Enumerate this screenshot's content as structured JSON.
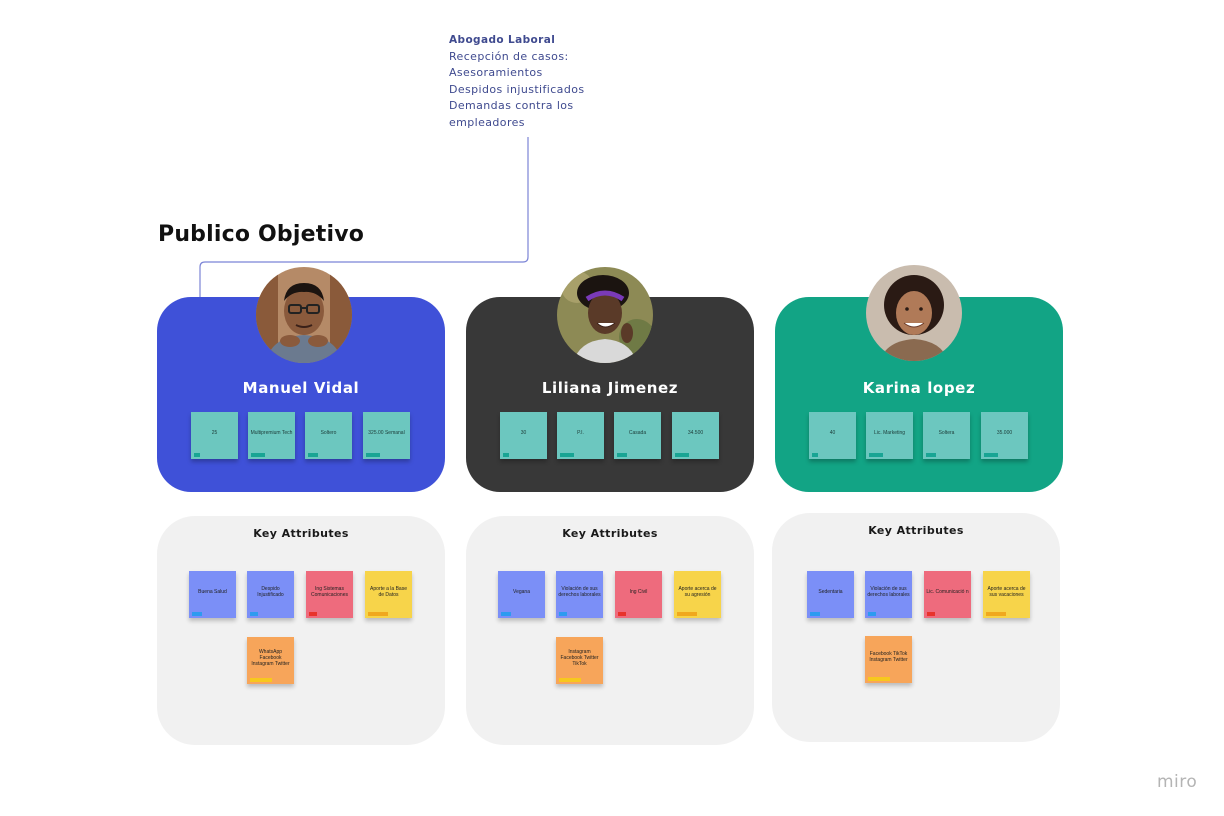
{
  "note": {
    "title": "Abogado Laboral",
    "lines": [
      "Recepción de casos:",
      "Asesoramientos",
      "Despidos injustificados",
      "Demandas contra los",
      "empleadores"
    ]
  },
  "page_title": "Publico Objetivo",
  "personas": [
    {
      "name": "Manuel Vidal",
      "color": "#3f51d8",
      "avatar_bg": "#b58a67",
      "attributes": [
        "25",
        "Multipremium Tech",
        "Soltero",
        "325.00 Semanal"
      ]
    },
    {
      "name": "Liliana Jimenez",
      "color": "#383838",
      "avatar_bg": "#9a8a55",
      "attributes": [
        "30",
        "P.I.",
        "Casada",
        "34.500"
      ]
    },
    {
      "name": "Karina lopez",
      "color": "#12a485",
      "avatar_bg": "#c8b8a8",
      "attributes": [
        "40",
        "Lic. Marketing",
        "Soltera",
        "35.000"
      ]
    }
  ],
  "key_attributes": [
    {
      "title": "Key Attributes",
      "notes": [
        {
          "text": "Buena Salud",
          "color": "blue"
        },
        {
          "text": "Despido Injustificado",
          "color": "blue"
        },
        {
          "text": "Ing Sistemas Comunicaciones",
          "color": "pink"
        },
        {
          "text": "Aporte a la Base de Datos",
          "color": "yellow"
        },
        {
          "text": "WhatsApp Facebook Instagram Twitter",
          "color": "orange"
        }
      ]
    },
    {
      "title": "Key Attributes",
      "notes": [
        {
          "text": "Vegana",
          "color": "blue"
        },
        {
          "text": "Violación de sus derechos laborales",
          "color": "blue"
        },
        {
          "text": "Ing Civil",
          "color": "pink"
        },
        {
          "text": "Aporte acerca de su agresión",
          "color": "yellow"
        },
        {
          "text": "Instagram Facebook Twitter TikTok",
          "color": "orange"
        }
      ]
    },
    {
      "title": "Key Attributes",
      "notes": [
        {
          "text": "Sedentaria",
          "color": "blue"
        },
        {
          "text": "Violación de sus derechos laborales",
          "color": "blue"
        },
        {
          "text": "Lic. Comunicació n",
          "color": "pink"
        },
        {
          "text": "Aporte acerca de sus vacaciones",
          "color": "yellow"
        },
        {
          "text": "Facebook TikTok Instagram Twitter",
          "color": "orange"
        }
      ]
    }
  ],
  "brand": {
    "logo": "miro"
  }
}
